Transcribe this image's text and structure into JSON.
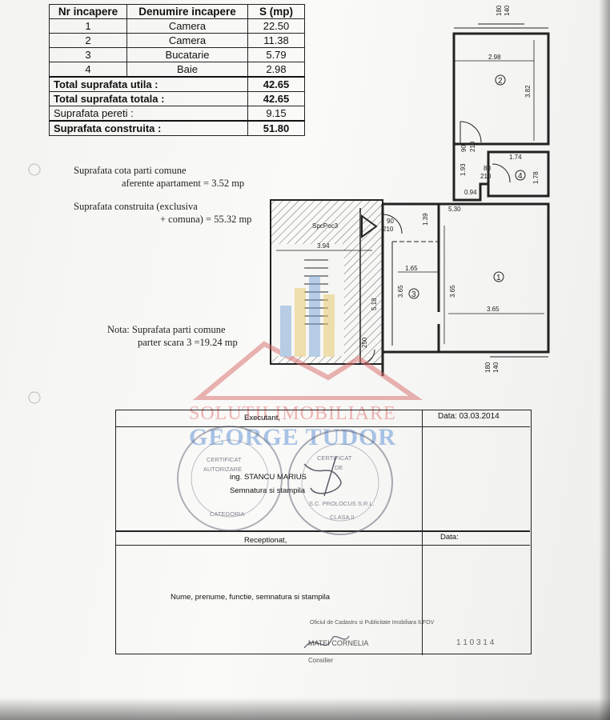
{
  "table": {
    "headers": [
      "Nr incapere",
      "Denumire incapere",
      "S (mp)"
    ],
    "rooms": [
      {
        "nr": "1",
        "name": "Camera",
        "area": "22.50"
      },
      {
        "nr": "2",
        "name": "Camera",
        "area": "11.38"
      },
      {
        "nr": "3",
        "name": "Bucatarie",
        "area": "5.79"
      },
      {
        "nr": "4",
        "name": "Baie",
        "area": "2.98"
      }
    ],
    "totals": [
      {
        "label": "Total suprafata utila :",
        "value": "42.65",
        "bold": true
      },
      {
        "label": "Total suprafata totala :",
        "value": "42.65",
        "bold": true
      },
      {
        "label": "Suprafata pereti :",
        "value": "9.15",
        "bold": false
      },
      {
        "label": "Suprafata construita :",
        "value": "51.80",
        "bold": true
      }
    ]
  },
  "notes": {
    "common_line1": "Suprafata cota parti comune",
    "common_line2": "aferente apartament = 3.52 mp",
    "built_line1": "Suprafata construita (exclusiva",
    "built_line2": "+ comuna) = 55.32 mp",
    "ground_line1": "Nota: Suprafata parti comune",
    "ground_line2": "parter  scara 3 =19.24 mp"
  },
  "plan": {
    "room_labels": [
      "1",
      "2",
      "3",
      "4"
    ],
    "dims": {
      "top_a": "180",
      "top_b": "140",
      "bot_a": "180",
      "bot_b": "140",
      "r2_width": "2.98",
      "r2_height": "3.82",
      "door_a_w": "90",
      "door_a_h": "210",
      "hall": "1.93",
      "bath_w": "1.74",
      "bath_h": "1.78",
      "bath_door_w": "80",
      "bath_door_h": "210",
      "hall_w": "0.94",
      "total_w": "5.30",
      "hall_h": "1.39",
      "door_b_w": "90",
      "door_b_h": "210",
      "kit_w": "1.65",
      "kit_h": "3.65",
      "r1_h": "3.65",
      "r1_w": "3.65",
      "stair_w": "3.94",
      "stair_h": "5.18",
      "entry": "250",
      "stair_label": "SpcPoc3"
    }
  },
  "watermark": {
    "line1": "SOLUTII IMOBILIARE",
    "line2": "GEORGE TUDOR"
  },
  "form": {
    "executant": "Executant,",
    "date": "Data:  03.03.2014",
    "engineer": "ing.  STANCU  MARIUS",
    "signature": "Semnatura  si  stampila",
    "receptionat": "Receptionat,",
    "date2": "Data:",
    "receiver": "Nume,  prenume,  functie,  semnatura  si  stampila",
    "office": "Oficiul de Cadastru si Publicitate Imobiliara ILFOV",
    "official_name": "MATEI CORNELIA",
    "official_role": "Consilier",
    "reg_number": "1 1  0 3 1 4"
  },
  "stamps": {
    "left_a": "CERTIFICAT",
    "left_b": "AUTORIZARE",
    "left_c": "CATEGORIA",
    "right_a": "CERTIFICAT",
    "right_b": "DE",
    "right_c": "S.C. PROLOCUS S.R.L.",
    "right_d": "CLASA II"
  },
  "colors": {
    "watermark_red": "#e07878",
    "watermark_blue": "#6496d7",
    "ink": "#222222"
  }
}
